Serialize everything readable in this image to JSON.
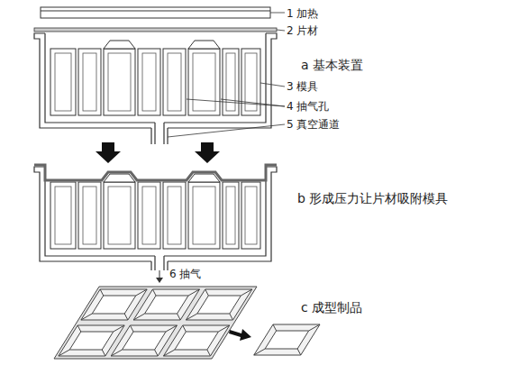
{
  "diagram": {
    "labels": [
      "1 加热",
      "2 片材",
      "a 基本装置",
      "3 模具",
      "4 抽气孔",
      "5 真空通道",
      "b 形成压力让片材吸附模具",
      "6 抽气",
      "c 成型制品"
    ]
  }
}
